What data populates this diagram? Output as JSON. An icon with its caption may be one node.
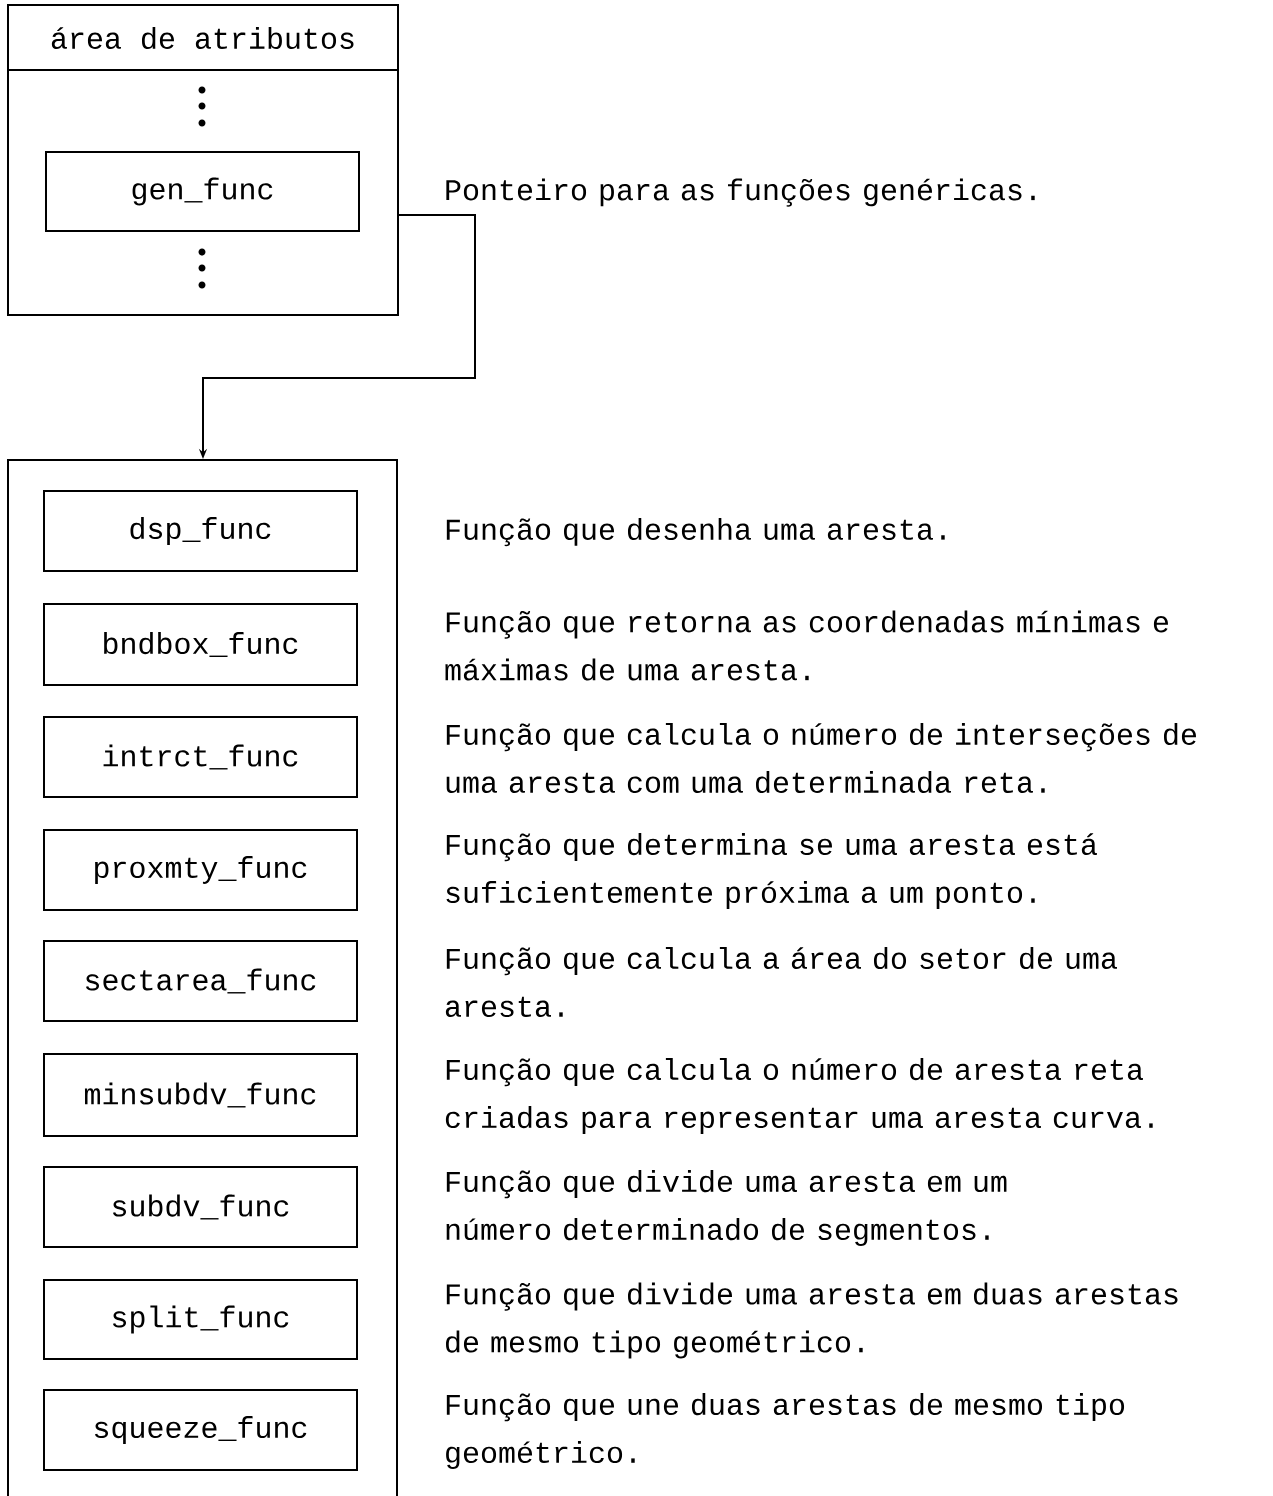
{
  "diagram": {
    "nodes": [
      {
        "text": [
          "área de atributos"
        ]
      },
      {
        "text": [
          "gen_func"
        ],
        "in": 0,
        "beside": [
          "Ponteiro para as funções genéricas."
        ]
      },
      {
        "text": [],
        "shape": "box"
      },
      {
        "text": [
          "dsp_func"
        ],
        "in": 2,
        "beside": [
          "Função que desenha uma aresta."
        ]
      },
      {
        "text": [
          "bndbox_func"
        ],
        "in": 2,
        "beside": [
          "Função que retorna as coordenadas mínimas e máximas de uma aresta."
        ]
      },
      {
        "text": [
          "intrct_func"
        ],
        "in": 2,
        "beside": [
          "Função que calcula o número de interseções de uma aresta com uma determinada reta."
        ]
      },
      {
        "text": [
          "proxmty_func"
        ],
        "in": 2,
        "beside": [
          "Função que determina se uma aresta está suficientemente próxima a um ponto."
        ]
      },
      {
        "text": [
          "sectarea_func"
        ],
        "in": 2,
        "beside": [
          "Função que calcula a área do setor de uma aresta."
        ]
      },
      {
        "text": [
          "minsubdv_func"
        ],
        "in": 2,
        "beside": [
          "Função que calcula o número de aresta reta criadas para representar uma aresta curva."
        ]
      },
      {
        "text": [
          "subdv_func"
        ],
        "in": 2,
        "beside": [
          "Função que divide uma aresta em um número determinado de segmentos."
        ]
      },
      {
        "text": [
          "split_func"
        ],
        "in": 2,
        "beside": [
          "Função que divide uma aresta em duas arestas de mesmo tipo geométrico."
        ]
      },
      {
        "text": [
          "squeeze_func"
        ],
        "in": 2,
        "beside": [
          "Função que une duas arestas de mesmo tipo geométrico."
        ]
      }
    ],
    "edges": [
      {
        "from": 0,
        "to": 2,
        "arrow": "to"
      }
    ]
  }
}
